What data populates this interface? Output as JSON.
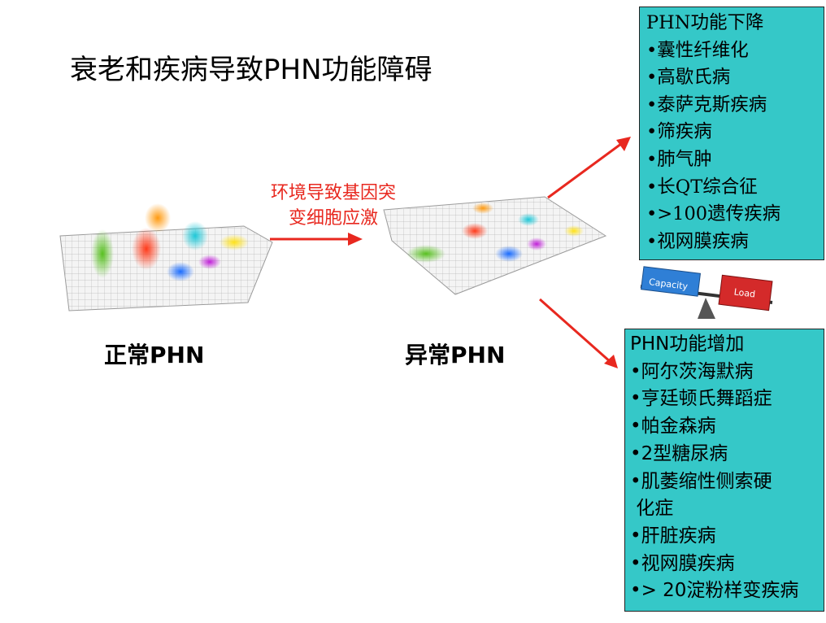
{
  "title": "衰老和疾病导致PHN功能障碍",
  "cause_text": [
    "环境导致基因突",
    "变细胞应激"
  ],
  "labels": {
    "normal": "正常PHN",
    "abnormal": "异常PHN"
  },
  "decline_box": {
    "heading": "PHN功能下降",
    "items": [
      "•囊性纤维化",
      "•高歇氏病",
      "•泰萨克斯疾病",
      "•筛疾病",
      "•肺气肿",
      "•长QT综合征",
      "•>100遗传疾病",
      "•视网膜疾病"
    ]
  },
  "increase_box": {
    "heading": "PHN功能增加",
    "items": [
      "•阿尔茨海默病",
      "•亨廷顿氏舞蹈症",
      "•帕金森病",
      "•2型糖尿病",
      "•肌萎缩性侧索硬",
      " 化症",
      "•肝脏疾病",
      "•视网膜疾病",
      "•> 20淀粉样变疾病"
    ]
  },
  "scale": {
    "capacity": "Capacity",
    "load": "Load"
  },
  "colors": {
    "arrow": "#e8281f",
    "box": "#35c8c8",
    "cause": "#e8281f",
    "capacity": "#2f7fd6",
    "load": "#d42a2a"
  }
}
